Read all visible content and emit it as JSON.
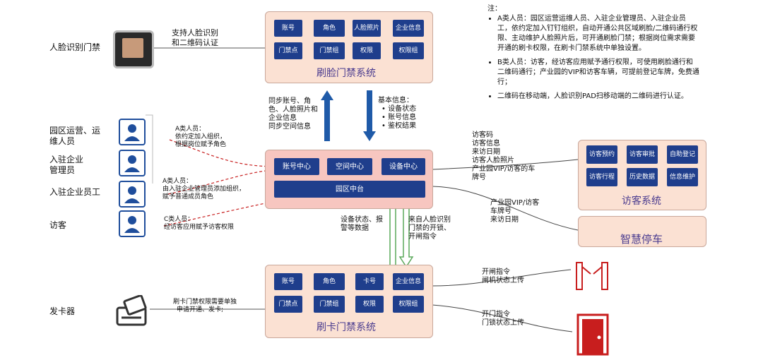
{
  "face_system": {
    "title": "刷脸门禁系统",
    "modules": [
      "账号",
      "角色",
      "人脸照片",
      "企业信息",
      "门禁点",
      "门禁组",
      "权限",
      "权限组"
    ]
  },
  "card_system": {
    "title": "刷卡门禁系统",
    "modules": [
      "账号",
      "角色",
      "卡号",
      "企业信息",
      "门禁点",
      "门禁组",
      "权限",
      "权限组"
    ]
  },
  "park_center": {
    "modules": [
      "账号中心",
      "空间中心",
      "设备中心"
    ],
    "platform": "园区中台"
  },
  "visitor_system": {
    "title": "访客系统",
    "modules": [
      "访客预约",
      "访客审批",
      "自助登记",
      "访客行程",
      "历史数据",
      "信息维护"
    ]
  },
  "parking": {
    "title": "智慧停车"
  },
  "left_labels": {
    "face_gate": "人脸识别门禁",
    "face_gate_desc": [
      "支持人脸识别",
      "和二维码认证"
    ],
    "park_ops": [
      "园区运营、运",
      "维人员"
    ],
    "company_admin": [
      "入驻企业",
      "管理员"
    ],
    "company_staff": "入驻企业员工",
    "visitor": "访客",
    "card_issuer": "发卡器",
    "card_desc": [
      "刷卡门禁权限需要单独",
      "申请开通、发卡;"
    ]
  },
  "role_notes": {
    "a1": [
      "A类人员：",
      "依约定加入组织，",
      "根据岗位赋予角色"
    ],
    "a2": [
      "A类人员：",
      "由入驻企业管理员添加组织，",
      "赋予普通成员角色"
    ],
    "c": [
      "C类人员：",
      "经访客应用赋予访客权限"
    ]
  },
  "flows": {
    "sync_up": [
      "同步账号、角",
      "色、人脸照片和",
      "企业信息",
      "同步空间信息"
    ],
    "basic_info_title": "基本信息：",
    "basic_info_items": [
      "设备状态",
      "账号信息",
      "鉴权结果"
    ],
    "device_status": [
      "设备状态、报",
      "警等数据"
    ],
    "face_cmd": [
      "来自人脸识别",
      "门禁的开锁、",
      "开闸指令"
    ],
    "visitor_info": [
      "访客码",
      "访客信息",
      "来访日期",
      "访客人脸照片",
      "产业园VIP/访客的车",
      "牌号"
    ],
    "parking_info": [
      "产业园VIP/访客",
      "车牌号",
      "来访日期"
    ],
    "barrier": [
      "开闸指令",
      "闸机状态上传"
    ],
    "door": [
      "开门指令",
      "门锁状态上传"
    ]
  },
  "notes": {
    "title": "注：",
    "items": [
      "A类人员：园区运营运维人员、入驻企业管理员、入驻企业员工，依约定加入钉钉组织，自动开通公共区域刷脸/二维码通行权限、主动维护人脸照片后，可开通刷脸门禁；根据岗位需求需要开通的刷卡权限，在刷卡门禁系统中单独设置。",
      "B类人员：访客，经访客应用赋予通行权限，可使用刷脸通行和二维码通行；产业园的VIP和访客车辆，可提前登记车牌，免费通行；",
      "二维码在移动端，人脸识别PAD扫移动端的二维码进行认证。"
    ]
  },
  "colors": {
    "module": "#1f3e8c",
    "system_bg": "#fbe1d3",
    "center_bg": "#f7c6c0",
    "arrow_blue": "#1f5aa8",
    "arrow_green": "#5aa85a",
    "dashed": "#c82020",
    "door": "#c81e1e"
  }
}
